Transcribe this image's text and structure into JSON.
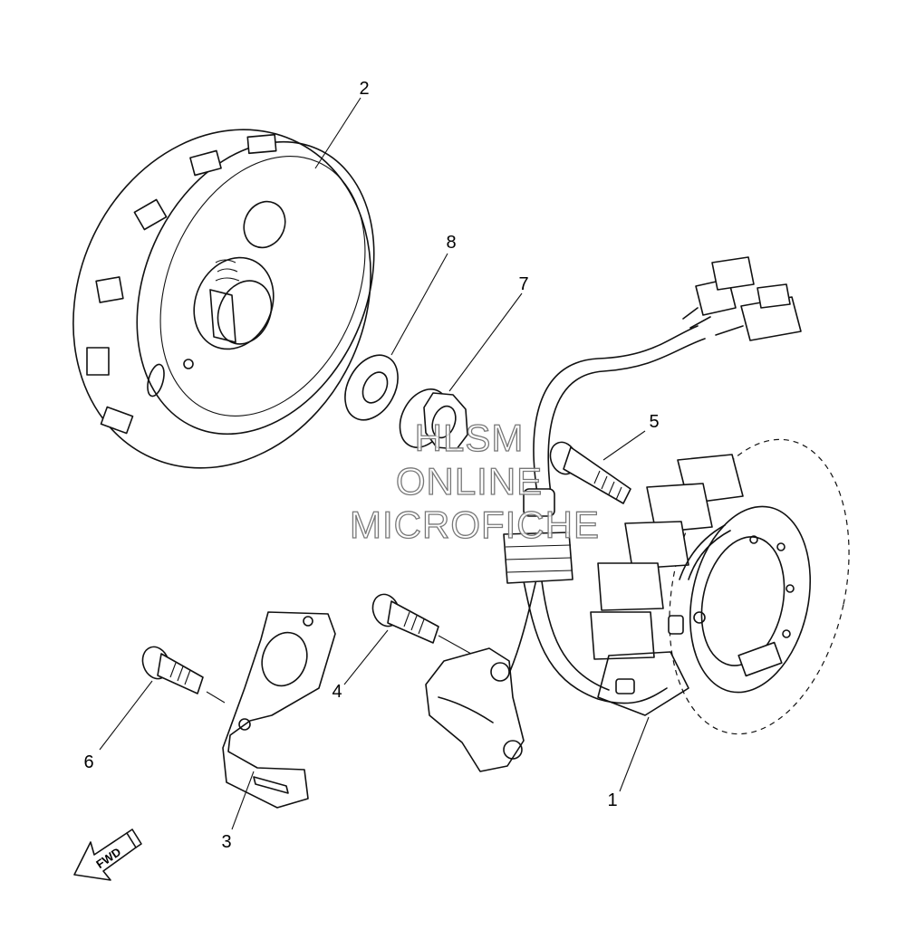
{
  "diagram": {
    "callouts": [
      {
        "id": "1",
        "label": "1"
      },
      {
        "id": "2",
        "label": "2"
      },
      {
        "id": "3",
        "label": "3"
      },
      {
        "id": "4",
        "label": "4"
      },
      {
        "id": "5",
        "label": "5"
      },
      {
        "id": "6",
        "label": "6"
      },
      {
        "id": "7",
        "label": "7"
      },
      {
        "id": "8",
        "label": "8"
      }
    ],
    "direction_arrow": {
      "label": "FWD"
    },
    "watermark": {
      "lines": [
        "HLSM",
        "ONLINE",
        "MICROFICHE"
      ]
    },
    "colors": {
      "line": "#111111",
      "background": "#ffffff",
      "watermark_outline": "#777777"
    }
  }
}
